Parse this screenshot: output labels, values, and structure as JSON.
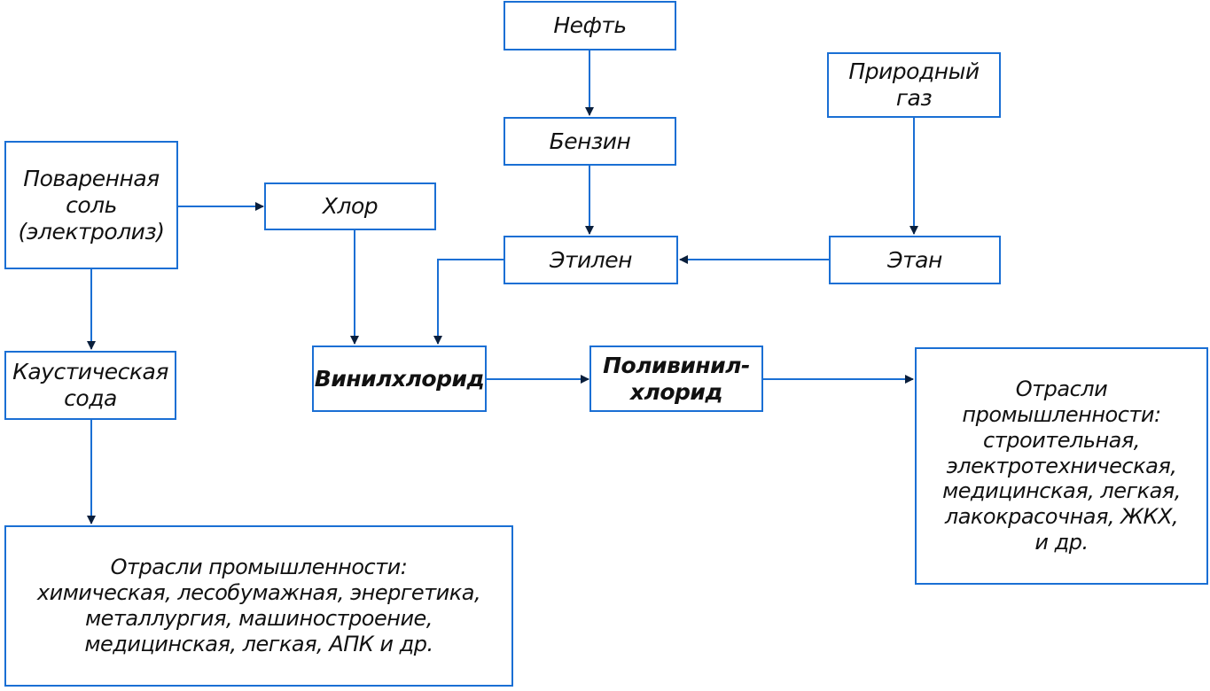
{
  "colors": {
    "stroke": "#1a6fd4",
    "text": "#111111",
    "background": "#ffffff"
  },
  "nodes": {
    "neft": {
      "lines": [
        "Нефть"
      ]
    },
    "benzin": {
      "lines": [
        "Бензин"
      ]
    },
    "prirodny_gaz": {
      "lines": [
        "Природный",
        "газ"
      ]
    },
    "povarennaya_sol": {
      "lines": [
        "Поваренная",
        "соль",
        "(электролиз)"
      ]
    },
    "khlor": {
      "lines": [
        "Хлор"
      ]
    },
    "etilen": {
      "lines": [
        "Этилен"
      ]
    },
    "etan": {
      "lines": [
        "Этан"
      ]
    },
    "kausticheskaya_soda": {
      "lines": [
        "Каустическая",
        "сода"
      ]
    },
    "vinilkhlorid": {
      "lines": [
        "Винилхлорид"
      ]
    },
    "polivinilkhlorid": {
      "lines": [
        "Поливинил-",
        "хлорид"
      ]
    },
    "otrasli_right": {
      "lines": [
        "Отрасли",
        "промышленности:",
        "строительная,",
        "электротехническая,",
        "медицинская, легкая,",
        "лакокрасочная, ЖКХ,",
        "и др."
      ]
    },
    "otrasli_bottom": {
      "lines": [
        "Отрасли промышленности:",
        "химическая, лесобумажная, энергетика,",
        "металлургия, машиностроение,",
        "медицинская, легкая, АПК и др."
      ]
    }
  }
}
